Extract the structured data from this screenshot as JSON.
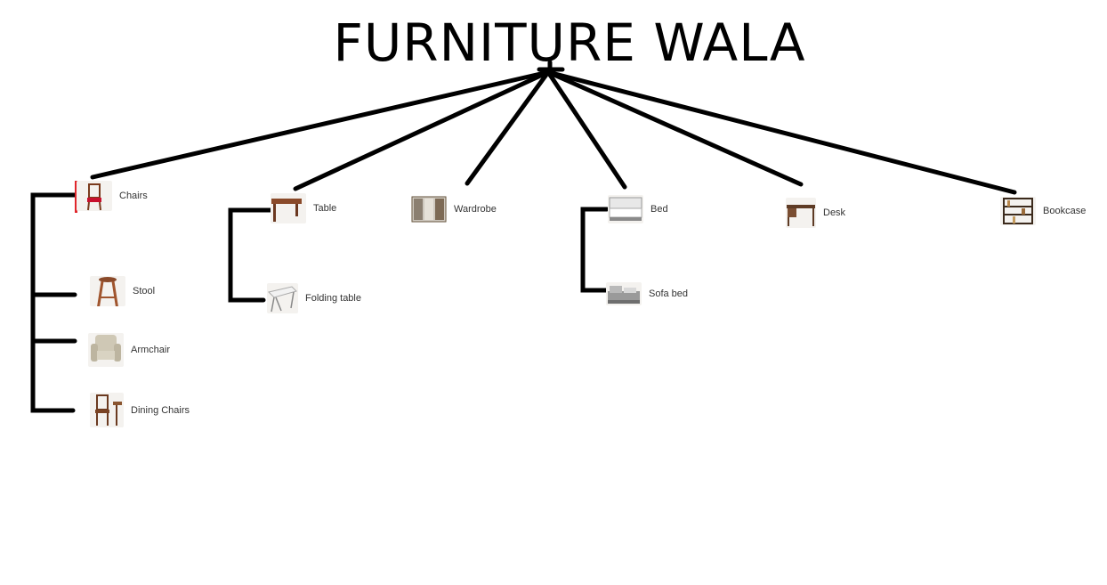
{
  "title": "FURNITURE WALA",
  "colors": {
    "line": "#000000",
    "accent": "#e0262b"
  },
  "items": {
    "chairs": {
      "label": "Chairs",
      "icon": "chair-icon"
    },
    "table": {
      "label": "Table",
      "icon": "table-icon"
    },
    "wardrobe": {
      "label": "Wardrobe",
      "icon": "wardrobe-icon"
    },
    "bed": {
      "label": "Bed",
      "icon": "bed-icon"
    },
    "desk": {
      "label": "Desk",
      "icon": "desk-icon"
    },
    "bookcase": {
      "label": "Bookcase",
      "icon": "bookcase-icon"
    },
    "stool": {
      "label": "Stool",
      "icon": "stool-icon"
    },
    "armchair": {
      "label": "Armchair",
      "icon": "armchair-icon"
    },
    "dining_chairs": {
      "label": "Dining Chairs",
      "icon": "dining-chairs-icon"
    },
    "folding_table": {
      "label": "Folding table",
      "icon": "folding-table-icon"
    },
    "sofa_bed": {
      "label": "Sofa bed",
      "icon": "sofa-bed-icon"
    }
  }
}
